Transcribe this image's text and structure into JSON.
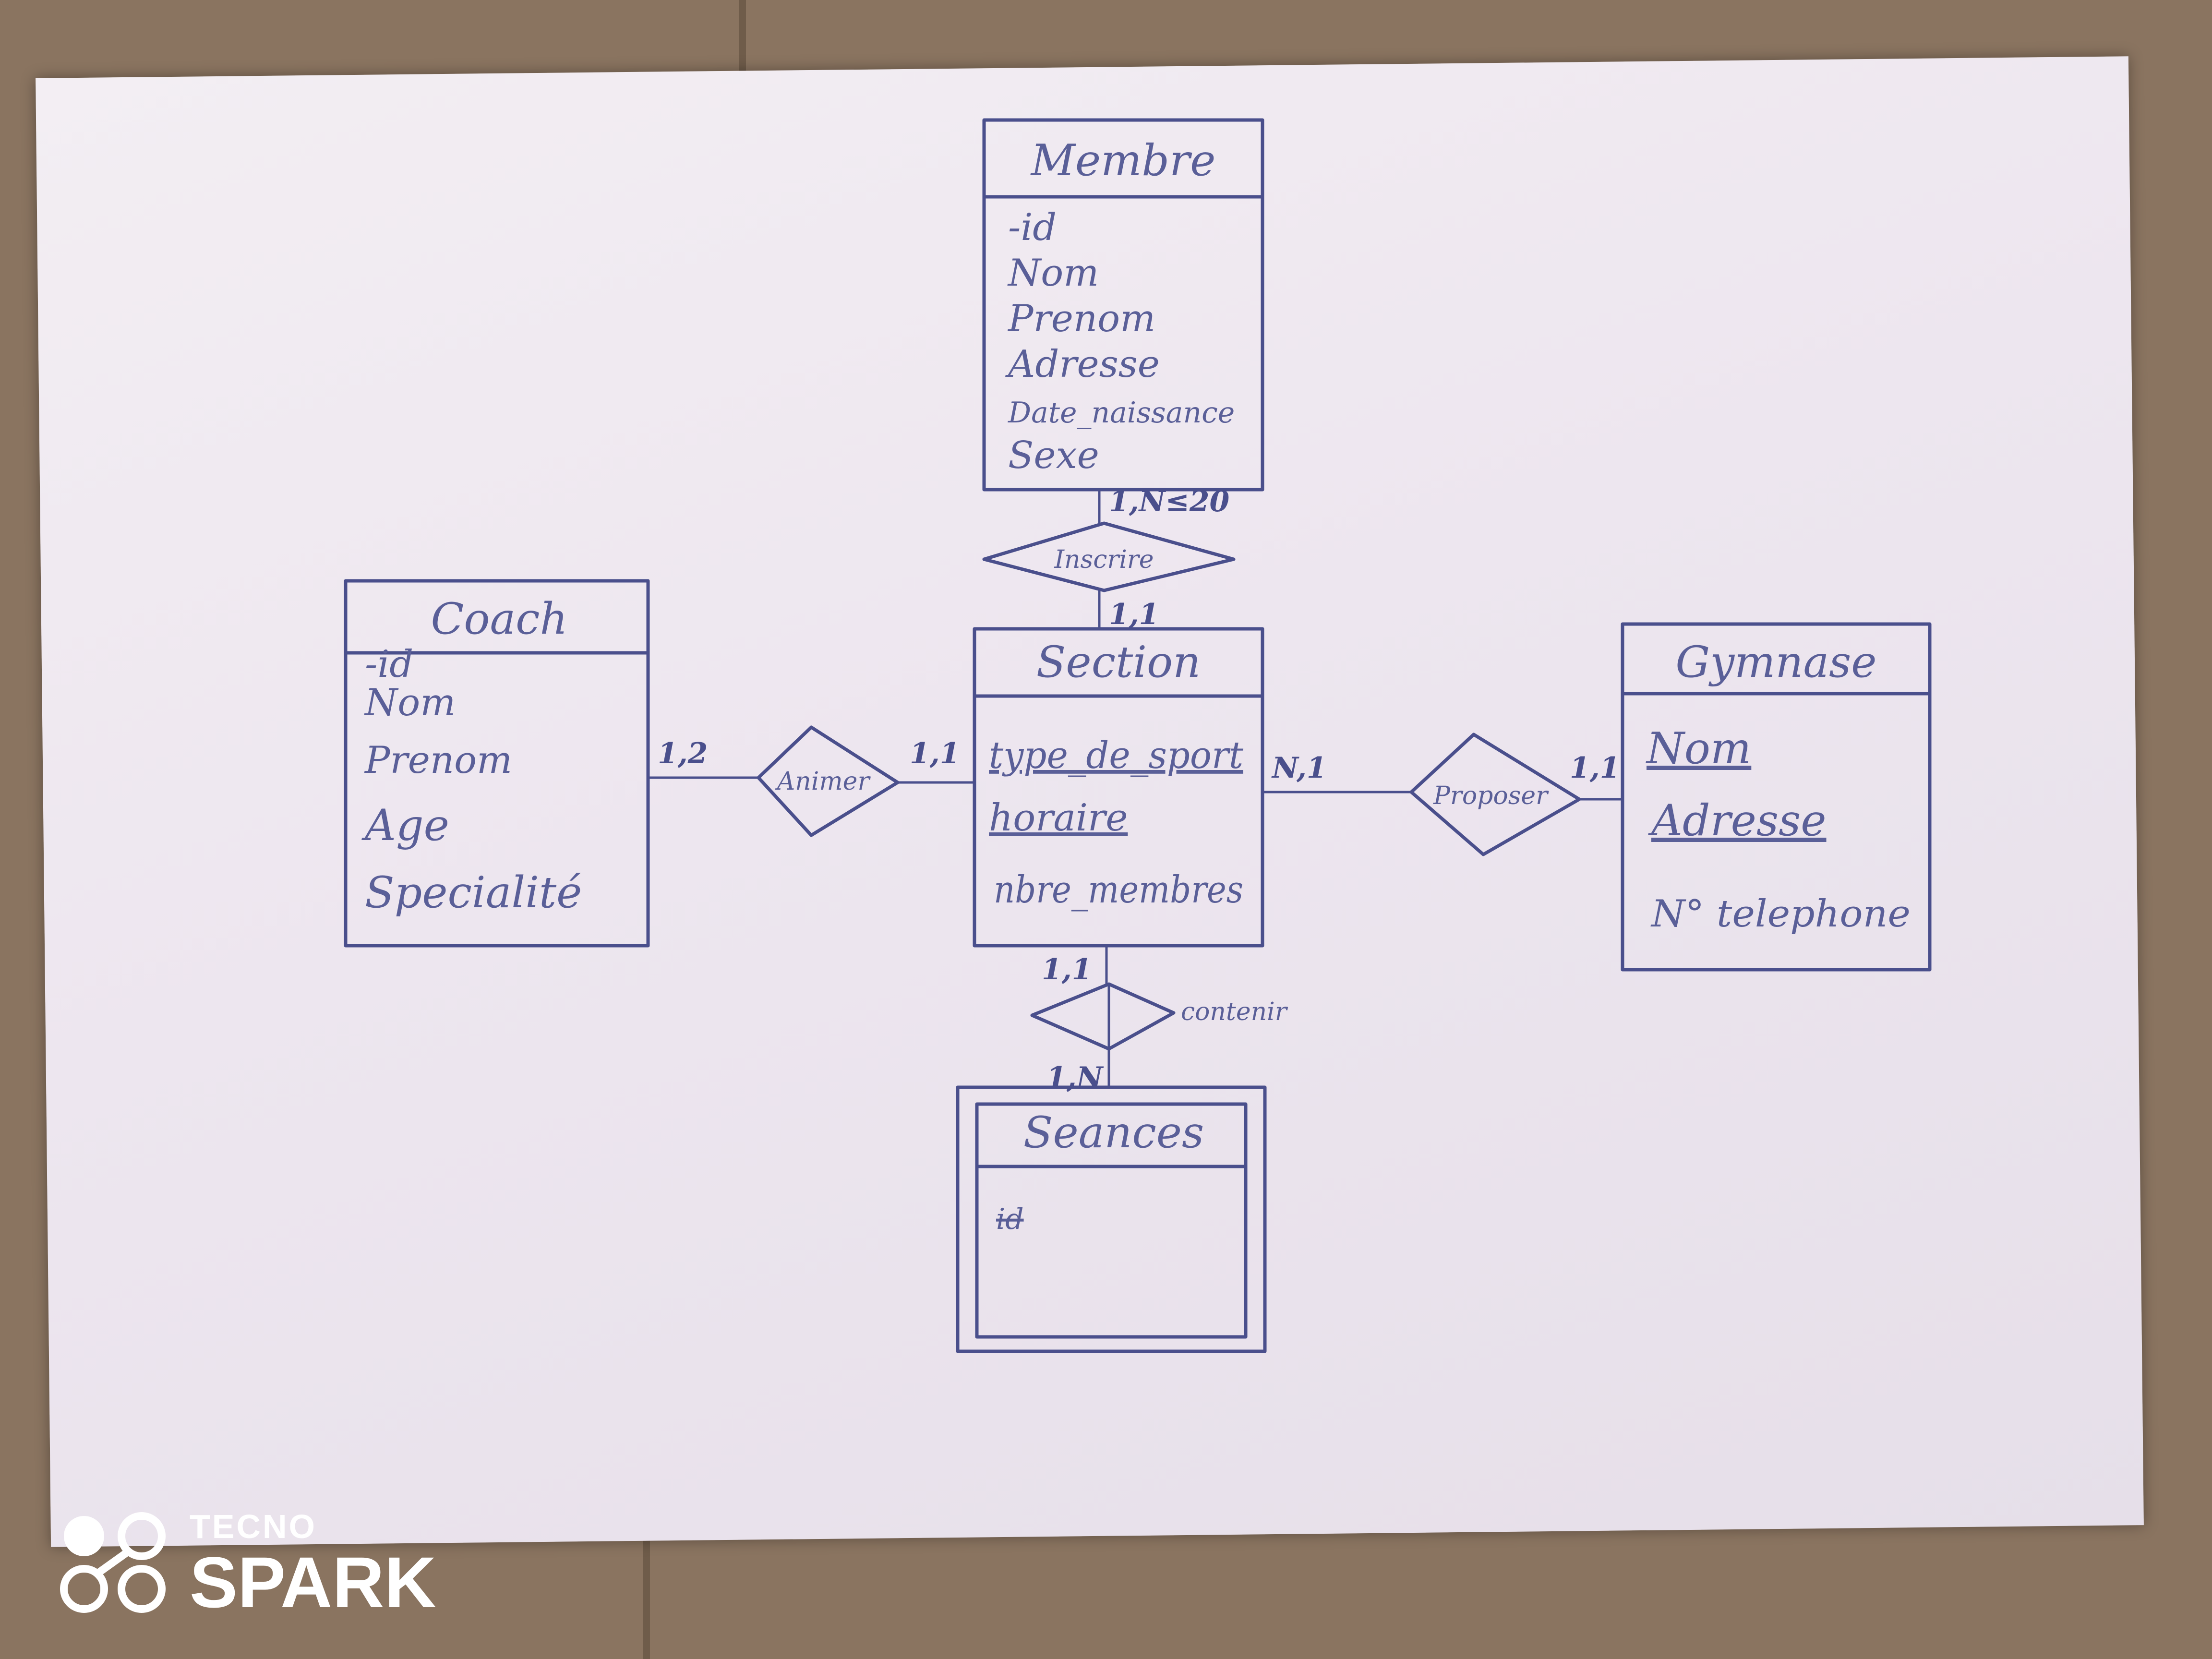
{
  "entities": {
    "membre": {
      "name": "Membre",
      "attributes": [
        "-id",
        "Nom",
        "Prenom",
        "Adresse",
        "Date_naissance",
        "Sexe"
      ]
    },
    "coach": {
      "name": "Coach",
      "attributes": [
        "-id",
        "Nom",
        "Prenom",
        "Age",
        "Specialité"
      ]
    },
    "section": {
      "name": "Section",
      "attributes": [
        "type_de_sport",
        "horaire",
        "nbre_membres"
      ]
    },
    "gymnase": {
      "name": "Gymnase",
      "attributes": [
        "Nom",
        "Adresse",
        "N° telephone"
      ]
    },
    "seances": {
      "name": "Seances",
      "attributes": [
        "id"
      ]
    }
  },
  "relationships": {
    "inscrire": "Inscrire",
    "animer": "Animer",
    "proposer": "Proposer",
    "contenir": "contenir"
  },
  "cardinalities": {
    "membre_inscrire": "1,N≤20",
    "inscrire_section": "1,1",
    "coach_animer": "1,2",
    "animer_section": "1,1",
    "section_proposer": "N,1",
    "proposer_gymnase": "1,1",
    "section_contenir": "1,1",
    "contenir_seances": "1,N"
  },
  "watermark": {
    "brand_small": "TECNO",
    "brand_large": "SPARK"
  },
  "colors": {
    "ink": "#4a4f8c",
    "paper": "#efe9f1",
    "background": "#8a7460"
  }
}
